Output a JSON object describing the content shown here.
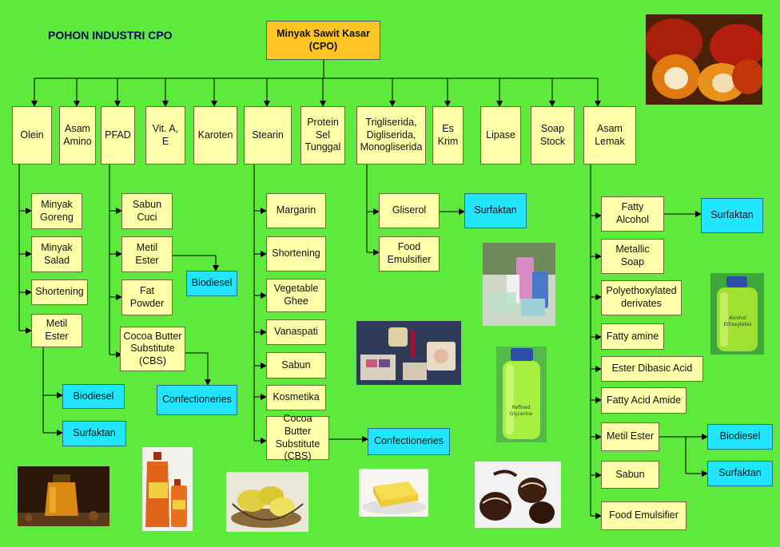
{
  "title": "POHON INDUSTRI CPO",
  "root": "Minyak Sawit Kasar\n(CPO)",
  "level1": [
    "Olein",
    "Asam\nAmino",
    "PFAD",
    "Vit. A,\nE",
    "Karoten",
    "Stearin",
    "Protein\nSel\nTunggal",
    "Trigliserida,\nDigliserida,\nMonogliserida",
    "Es\nKrim",
    "Lipase",
    "Soap\nStock",
    "Asam\nLemak"
  ],
  "olein": {
    "children": [
      "Minyak\nGoreng",
      "Minyak\nSalad",
      "Shortening",
      "Metil\nEster"
    ],
    "metil_ester_children": [
      "Biodiesel",
      "Surfaktan"
    ]
  },
  "pfad": {
    "children": [
      "Sabun\nCuci",
      "Metil\nEster",
      "Fat\nPowder",
      "Cocoa Butter\nSubstitute\n(CBS)"
    ],
    "metil_ester_child": "Biodiesel",
    "cbs_child": "Confectioneries"
  },
  "stearin": {
    "children": [
      "Margarin",
      "Shortening",
      "Vegetable\nGhee",
      "Vanaspati",
      "Sabun",
      "Kosmetika",
      "Cocoa Butter\nSubstitute\n(CBS)"
    ],
    "cbs_child": "Confectioneries"
  },
  "trigliserida": {
    "children": [
      "Gliserol",
      "Food\nEmulsifier"
    ],
    "gliserol_child": "Surfaktan"
  },
  "asam_lemak": {
    "children": [
      "Fatty\nAlcohol",
      "Metallic\nSoap",
      "Polyethoxylated\nderivates",
      "Fatty amine",
      "Ester Dibasic Acid",
      "Fatty Acid Amide",
      "Metil Ester",
      "Sabun",
      "Food Emulsifier"
    ],
    "fatty_alcohol_child": "Surfaktan",
    "metil_ester_children": [
      "Biodiesel",
      "Surfaktan"
    ]
  },
  "images": {
    "glycerine_label": "Refined\nGlycerine",
    "alcohol_label": "Alcohol\nEthoxylates"
  }
}
